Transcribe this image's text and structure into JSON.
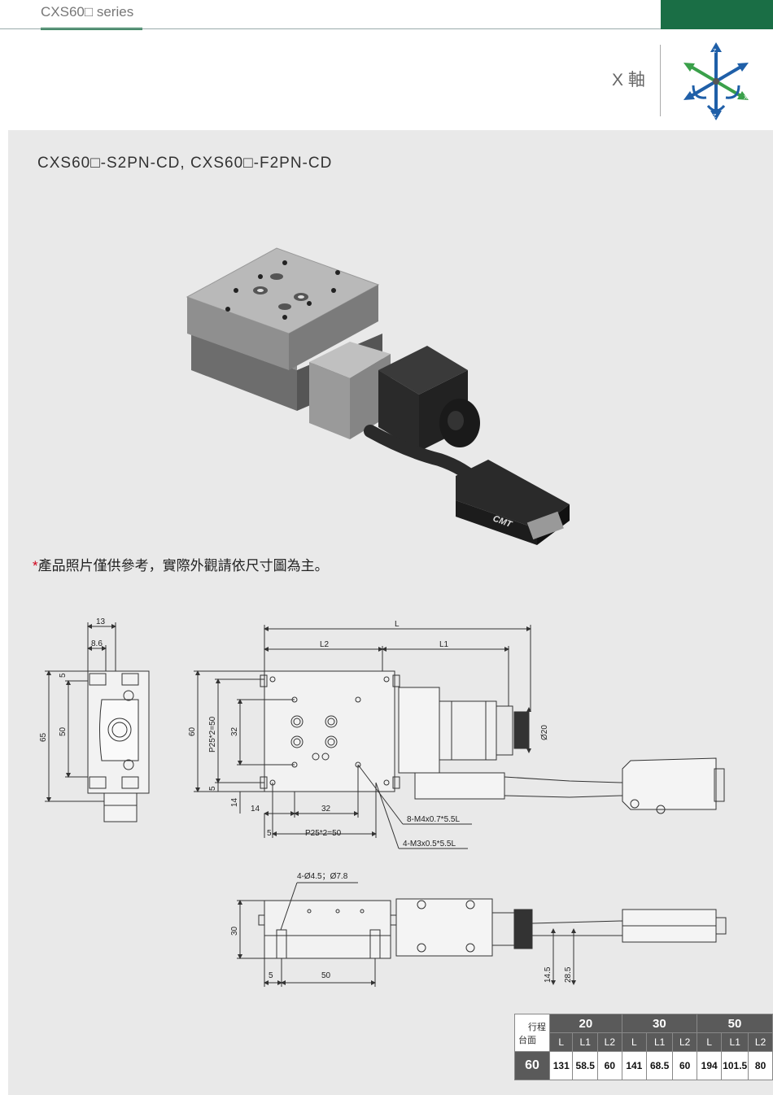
{
  "header": {
    "series": "CXS60□ series",
    "axis": "X 軸"
  },
  "model_title": "CXS60□-S2PN-CD, CXS60□-F2PN-CD",
  "note": {
    "star": "*",
    "text": "產品照片僅供參考，實際外觀請依尺寸圖為主。"
  },
  "logo_text": "CMT",
  "axis_icon_labels": [
    "Z",
    "Z",
    "X"
  ],
  "dimensions": {
    "side": {
      "d13": "13",
      "d8_6": "8.6",
      "d5": "5",
      "d50": "50",
      "d65": "65"
    },
    "top": {
      "L": "L",
      "L1": "L1",
      "L2": "L2",
      "d60": "60",
      "p25": "P25*2=50",
      "d32v": "32",
      "d5v": "5",
      "d14v": "14",
      "d14h": "14",
      "d32h": "32",
      "d5h": "5",
      "p25h": "P25*2=50",
      "phi20": "Ø20",
      "m4": "8-M4x0.7*5.5L",
      "m3": "4-M3x0.5*5.5L"
    },
    "front": {
      "holes": "4-Ø4.5；Ø7.8",
      "d30": "30",
      "d5": "5",
      "d50": "50",
      "d14_5": "14.5",
      "d28_5": "28.5"
    }
  },
  "spec_table": {
    "stroke_label": "行程",
    "table_label": "台面",
    "strokes": [
      "20",
      "30",
      "50"
    ],
    "columns": [
      "L",
      "L1",
      "L2"
    ],
    "rows": [
      {
        "size": "60",
        "values": [
          "131",
          "58.5",
          "60",
          "141",
          "68.5",
          "60",
          "194",
          "101.5",
          "80"
        ]
      }
    ]
  }
}
